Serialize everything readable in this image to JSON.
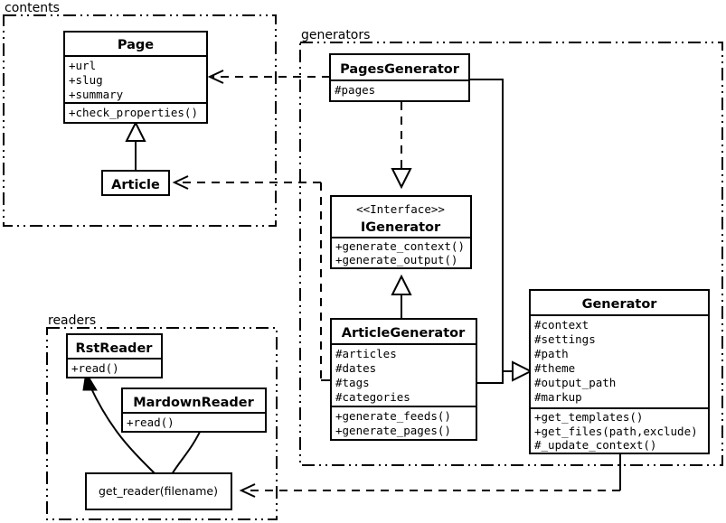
{
  "diagram": {
    "kind": "uml-class-diagram",
    "title": "",
    "packages": [
      {
        "id": "contents",
        "label": "contents"
      },
      {
        "id": "generators",
        "label": "generators"
      },
      {
        "id": "readers",
        "label": "readers"
      }
    ],
    "classes": [
      {
        "id": "page",
        "name": "Page",
        "stereotype": "",
        "attributes": [
          "+url",
          "+slug",
          "+summary"
        ],
        "methods": [
          "+check_properties()"
        ]
      },
      {
        "id": "article",
        "name": "Article",
        "stereotype": "",
        "attributes": [],
        "methods": []
      },
      {
        "id": "pages-generator",
        "name": "PagesGenerator",
        "stereotype": "",
        "attributes": [
          "#pages"
        ],
        "methods": []
      },
      {
        "id": "igenerator",
        "name": "IGenerator",
        "stereotype": "<<Interface>>",
        "attributes": [],
        "methods": [
          "+generate_context()",
          "+generate_output()"
        ]
      },
      {
        "id": "article-generator",
        "name": "ArticleGenerator",
        "stereotype": "",
        "attributes": [
          "#articles",
          "#dates",
          "#tags",
          "#categories"
        ],
        "methods": [
          "+generate_feeds()",
          "+generate_pages()"
        ]
      },
      {
        "id": "generator",
        "name": "Generator",
        "stereotype": "",
        "attributes": [
          "#context",
          "#settings",
          "#path",
          "#theme",
          "#output_path",
          "#markup"
        ],
        "methods": [
          "+get_templates()",
          "+get_files(path,exclude)",
          "#_update_context()"
        ]
      },
      {
        "id": "rst-reader",
        "name": "RstReader",
        "stereotype": "",
        "attributes": [],
        "methods": [
          "+read()"
        ]
      },
      {
        "id": "mardown-reader",
        "name": "MardownReader",
        "stereotype": "",
        "attributes": [],
        "methods": [
          "+read()"
        ]
      }
    ],
    "functions": [
      {
        "id": "get-reader",
        "label": "get_reader(filename)"
      }
    ],
    "relations": [
      {
        "from": "article",
        "to": "page",
        "type": "generalization"
      },
      {
        "from": "pages-generator",
        "to": "igenerator",
        "type": "realization"
      },
      {
        "from": "article-generator",
        "to": "igenerator",
        "type": "generalization"
      },
      {
        "from": "pages-generator",
        "to": "generator",
        "type": "generalization"
      },
      {
        "from": "article-generator",
        "to": "generator",
        "type": "generalization"
      },
      {
        "from": "pages-generator",
        "to": "page",
        "type": "dependency"
      },
      {
        "from": "article-generator",
        "to": "article",
        "type": "dependency"
      },
      {
        "from": "generator",
        "to": "get-reader",
        "type": "dependency"
      },
      {
        "from": "get-reader",
        "to": "rst-reader",
        "type": "creates"
      },
      {
        "from": "get-reader",
        "to": "mardown-reader",
        "type": "creates"
      }
    ],
    "colors": {
      "stroke": "#000000",
      "fill": "#ffffff",
      "text": "#000000"
    }
  }
}
